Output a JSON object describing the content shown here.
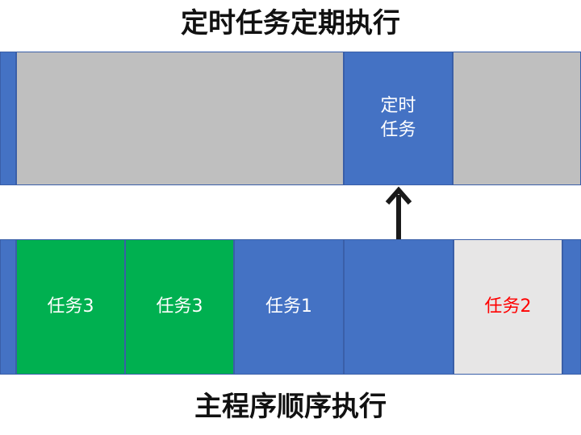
{
  "top_title": "定时任务定期执行",
  "bottom_title": "主程序顺序执行",
  "colors": {
    "blue": "#4472c4",
    "gray": "#bfbfbf",
    "green": "#00b050",
    "light_gray": "#e7e6e6",
    "red_text": "#ff0000",
    "white_text": "#ffffff",
    "arrow": "#1a1a1a"
  },
  "top_row": [
    {
      "label": "",
      "fill": "blue"
    },
    {
      "label": "",
      "fill": "gray"
    },
    {
      "label": "定时\n任务",
      "fill": "blue"
    },
    {
      "label": "",
      "fill": "gray"
    }
  ],
  "bottom_row": [
    {
      "label": "",
      "fill": "blue"
    },
    {
      "label": "任务3",
      "fill": "green"
    },
    {
      "label": "任务3",
      "fill": "green"
    },
    {
      "label": "任务1",
      "fill": "blue"
    },
    {
      "label": "",
      "fill": "blue"
    },
    {
      "label": "任务2",
      "fill": "light_gray",
      "text": "red_text"
    },
    {
      "label": "",
      "fill": "blue"
    }
  ]
}
